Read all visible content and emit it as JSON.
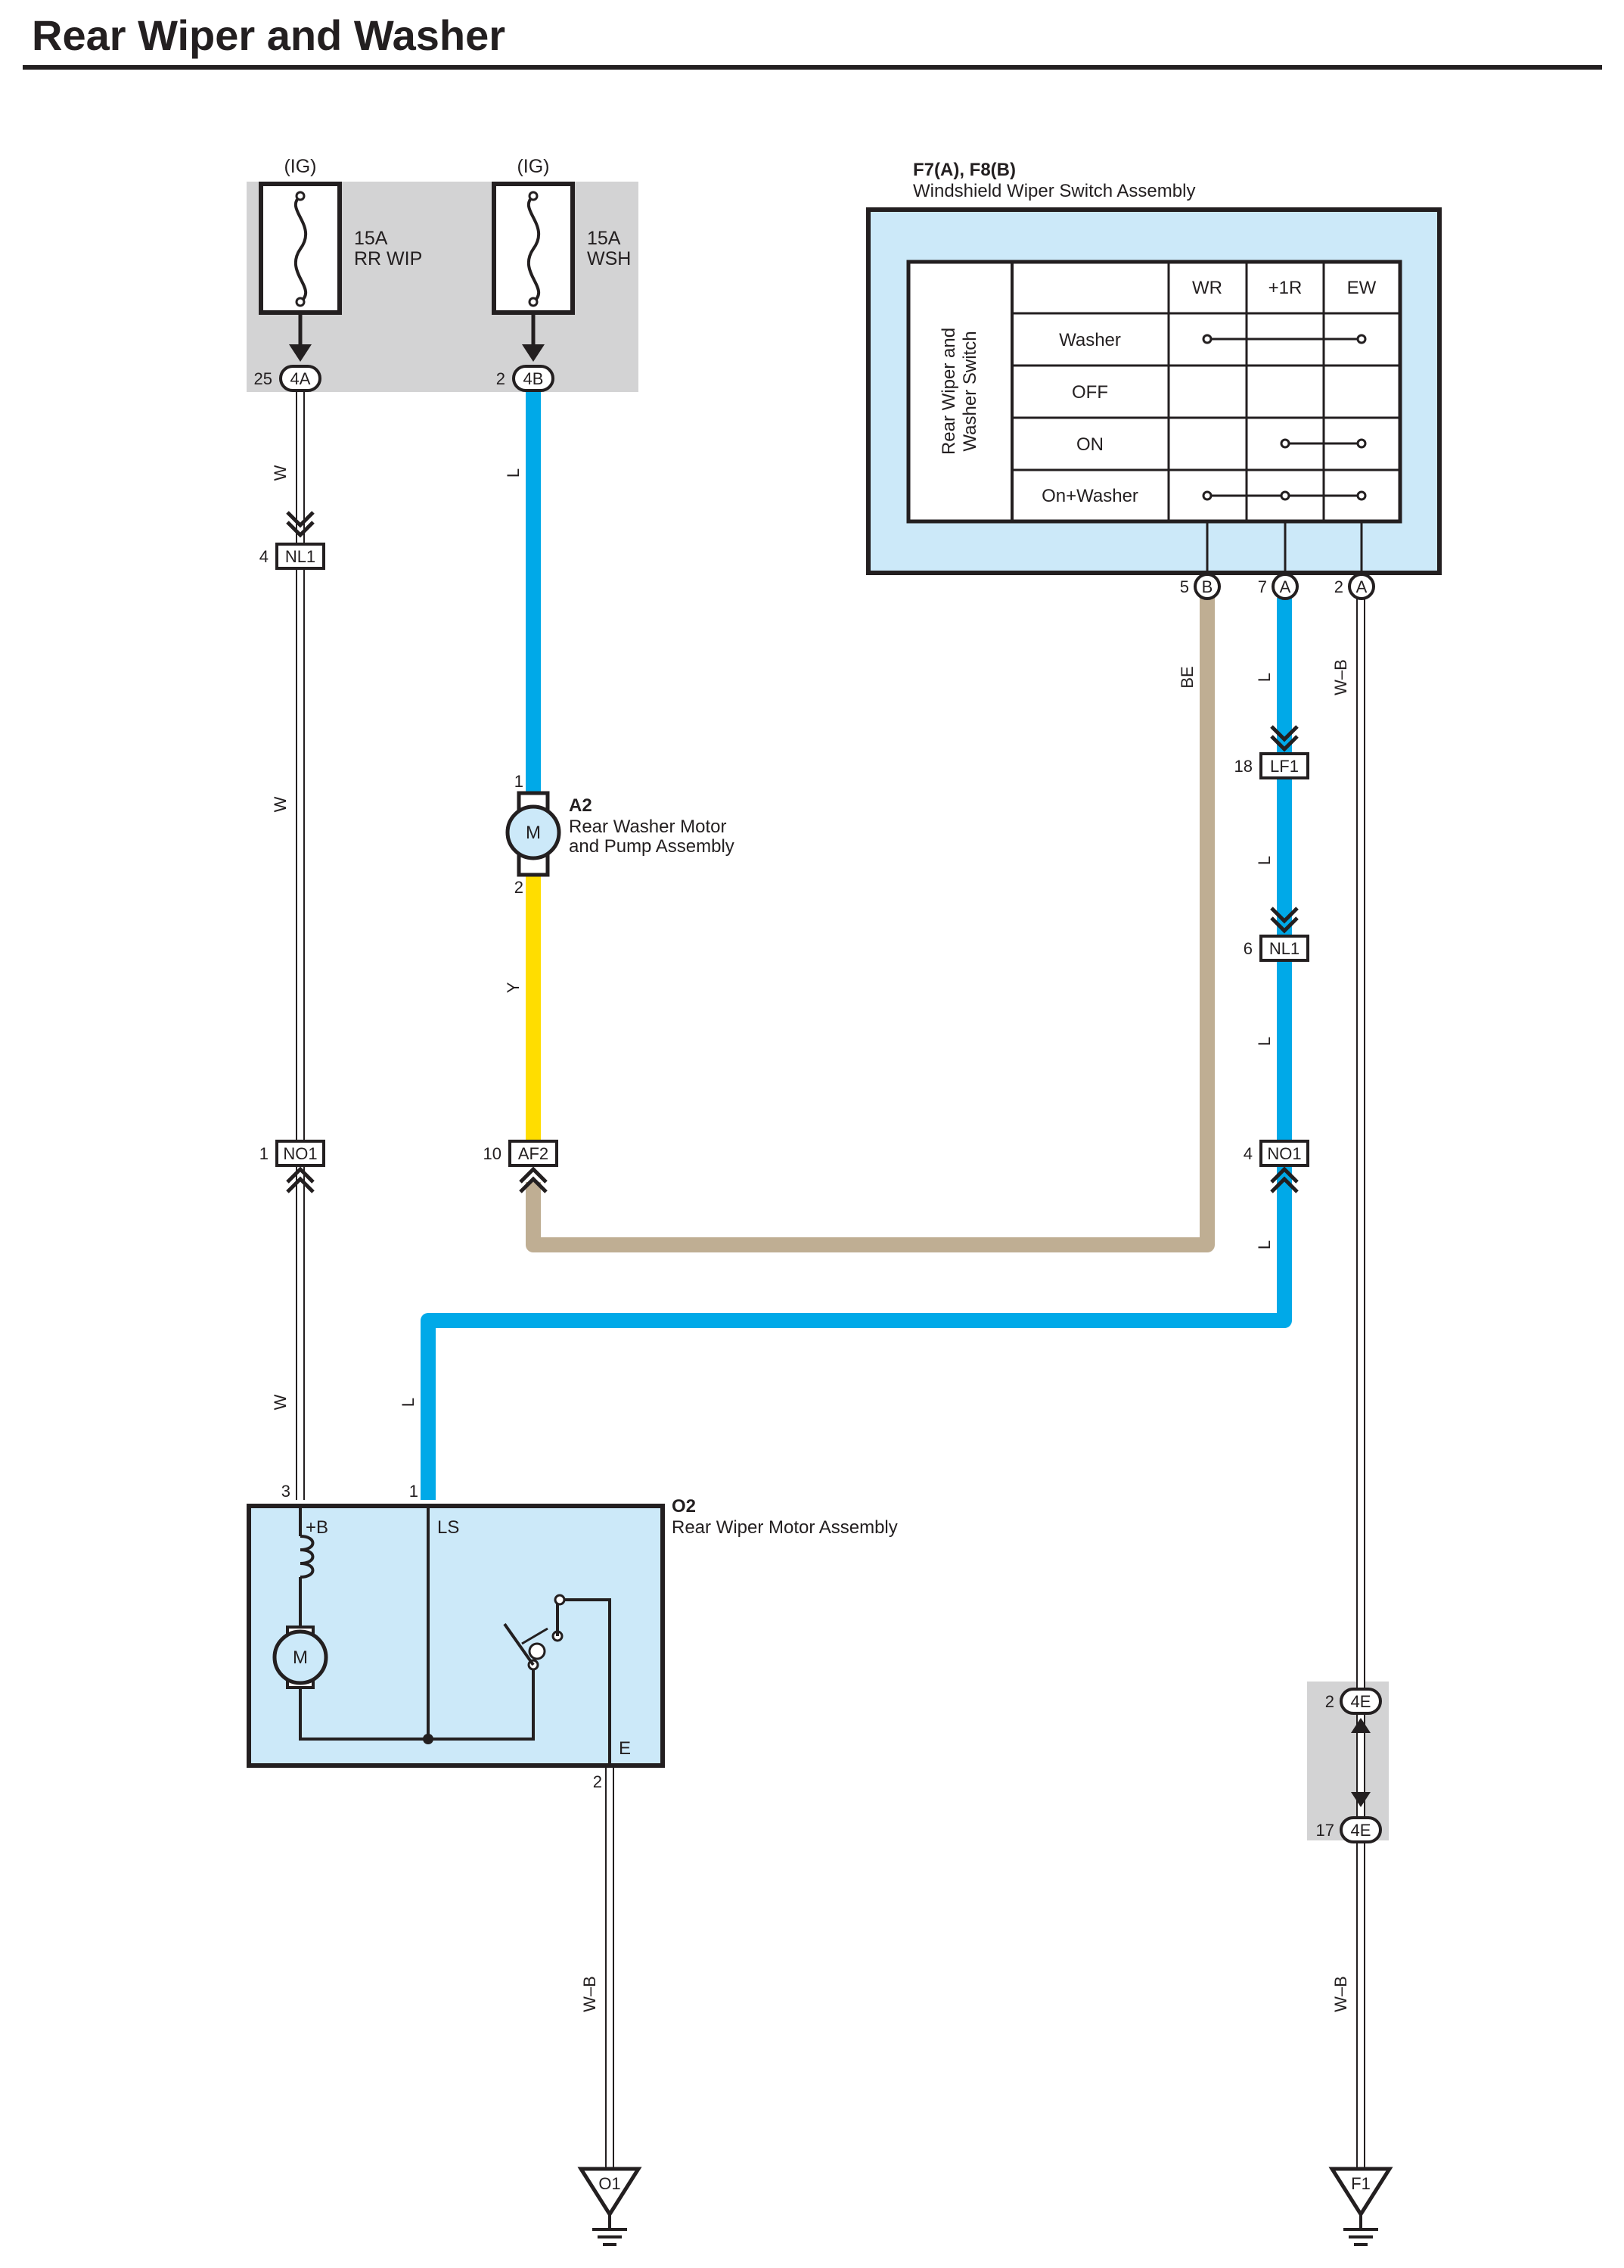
{
  "title": "Rear Wiper and Washer",
  "colors": {
    "wire_L": "#00a9e8",
    "wire_Y": "#ffdd00",
    "wire_BE": "#bfae93",
    "box_fill": "#cce9f9",
    "junction_fill": "#d3d3d4",
    "line": "#231f20"
  },
  "fuses": [
    {
      "source": "(IG)",
      "rating": "15A",
      "name": "RR WIP",
      "pin": "25",
      "connector": "4A"
    },
    {
      "source": "(IG)",
      "rating": "15A",
      "name": "WSH",
      "pin": "2",
      "connector": "4B"
    }
  ],
  "switch_assembly": {
    "ref": "F7(A), F8(B)",
    "name": "Windshield Wiper Switch Assembly",
    "inner_label_line1": "Rear Wiper and",
    "inner_label_line2": "Washer Switch",
    "columns": [
      "WR",
      "+1R",
      "EW"
    ],
    "rows": [
      "Washer",
      "OFF",
      "ON",
      "On+Washer"
    ],
    "pins": [
      {
        "pin": "5",
        "connector": "B"
      },
      {
        "pin": "7",
        "connector": "A"
      },
      {
        "pin": "2",
        "connector": "A"
      }
    ]
  },
  "washer_motor": {
    "ref": "A2",
    "name_line1": "Rear Washer Motor",
    "name_line2": "and Pump Assembly",
    "symbol": "M",
    "pin_top": "1",
    "pin_bottom": "2"
  },
  "wiper_motor": {
    "ref": "O2",
    "name": "Rear Wiper Motor Assembly",
    "symbol": "M",
    "terminal_b": "+B",
    "terminal_ls": "LS",
    "terminal_e": "E",
    "pin_b": "3",
    "pin_ls": "1",
    "pin_e": "2"
  },
  "connectors": {
    "nl1_a": {
      "pin": "4",
      "name": "NL1"
    },
    "no1_a": {
      "pin": "1",
      "name": "NO1"
    },
    "af2": {
      "pin": "10",
      "name": "AF2"
    },
    "lf1": {
      "pin": "18",
      "name": "LF1"
    },
    "nl1_b": {
      "pin": "6",
      "name": "NL1"
    },
    "no1_b": {
      "pin": "4",
      "name": "NO1"
    },
    "j4e_top": {
      "pin": "2",
      "name": "4E"
    },
    "j4e_bottom": {
      "pin": "17",
      "name": "4E"
    }
  },
  "grounds": [
    "O1",
    "F1"
  ],
  "wire_labels": {
    "W": "W",
    "L": "L",
    "Y": "Y",
    "BE": "BE",
    "WB": "W–B"
  }
}
